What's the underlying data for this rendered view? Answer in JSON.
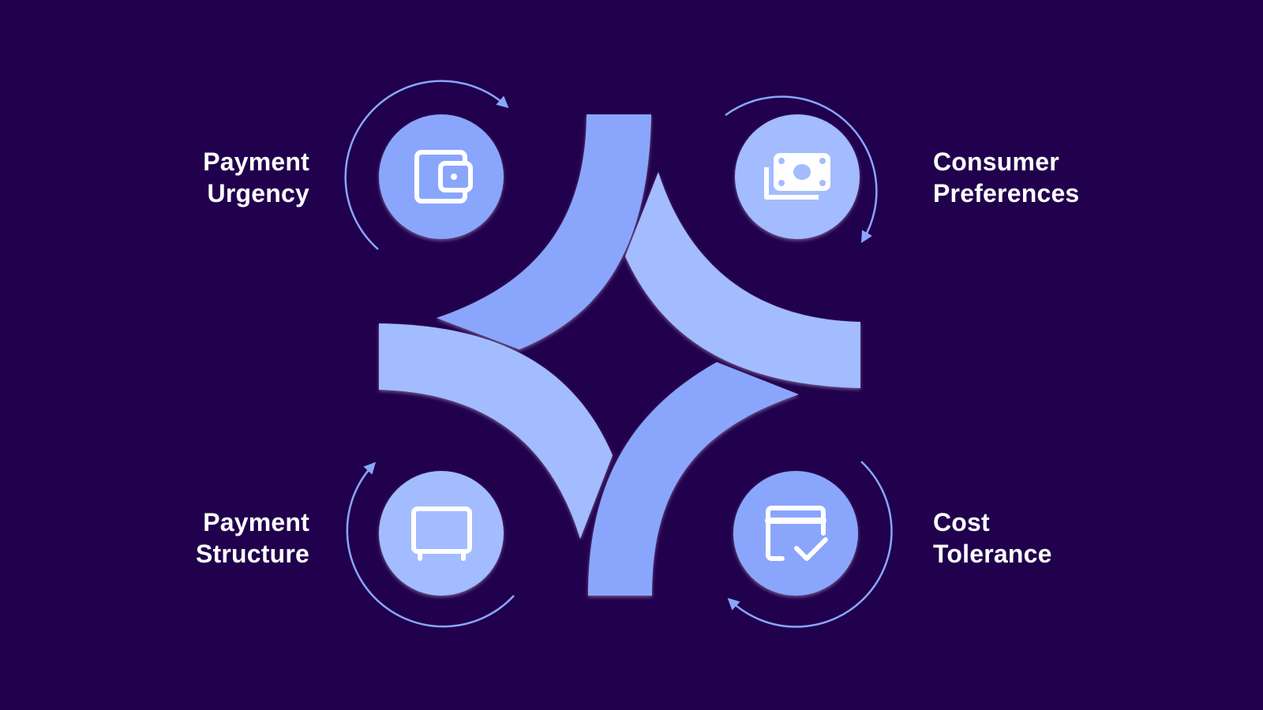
{
  "colors": {
    "background": "#21004d",
    "shape_dark": "#8aa6fc",
    "shape_light": "#a3bcff",
    "circle_dark": "#8aa6fc",
    "circle_light": "#a3bcff",
    "arrow": "#8aa6fc",
    "icon": "#ffffff",
    "label": "#ffffff"
  },
  "quadrants": [
    {
      "id": "payment-urgency",
      "label_line1": "Payment",
      "label_line2": "Urgency",
      "icon": "wallet-icon",
      "position": "top-left"
    },
    {
      "id": "consumer-preferences",
      "label_line1": "Consumer",
      "label_line2": "Preferences",
      "icon": "cash-stack-icon",
      "position": "top-right"
    },
    {
      "id": "payment-structure",
      "label_line1": "Payment",
      "label_line2": "Structure",
      "icon": "pos-terminal-icon",
      "position": "bottom-left"
    },
    {
      "id": "cost-tolerance",
      "label_line1": "Cost",
      "label_line2": "Tolerance",
      "icon": "card-check-icon",
      "position": "bottom-right"
    }
  ]
}
